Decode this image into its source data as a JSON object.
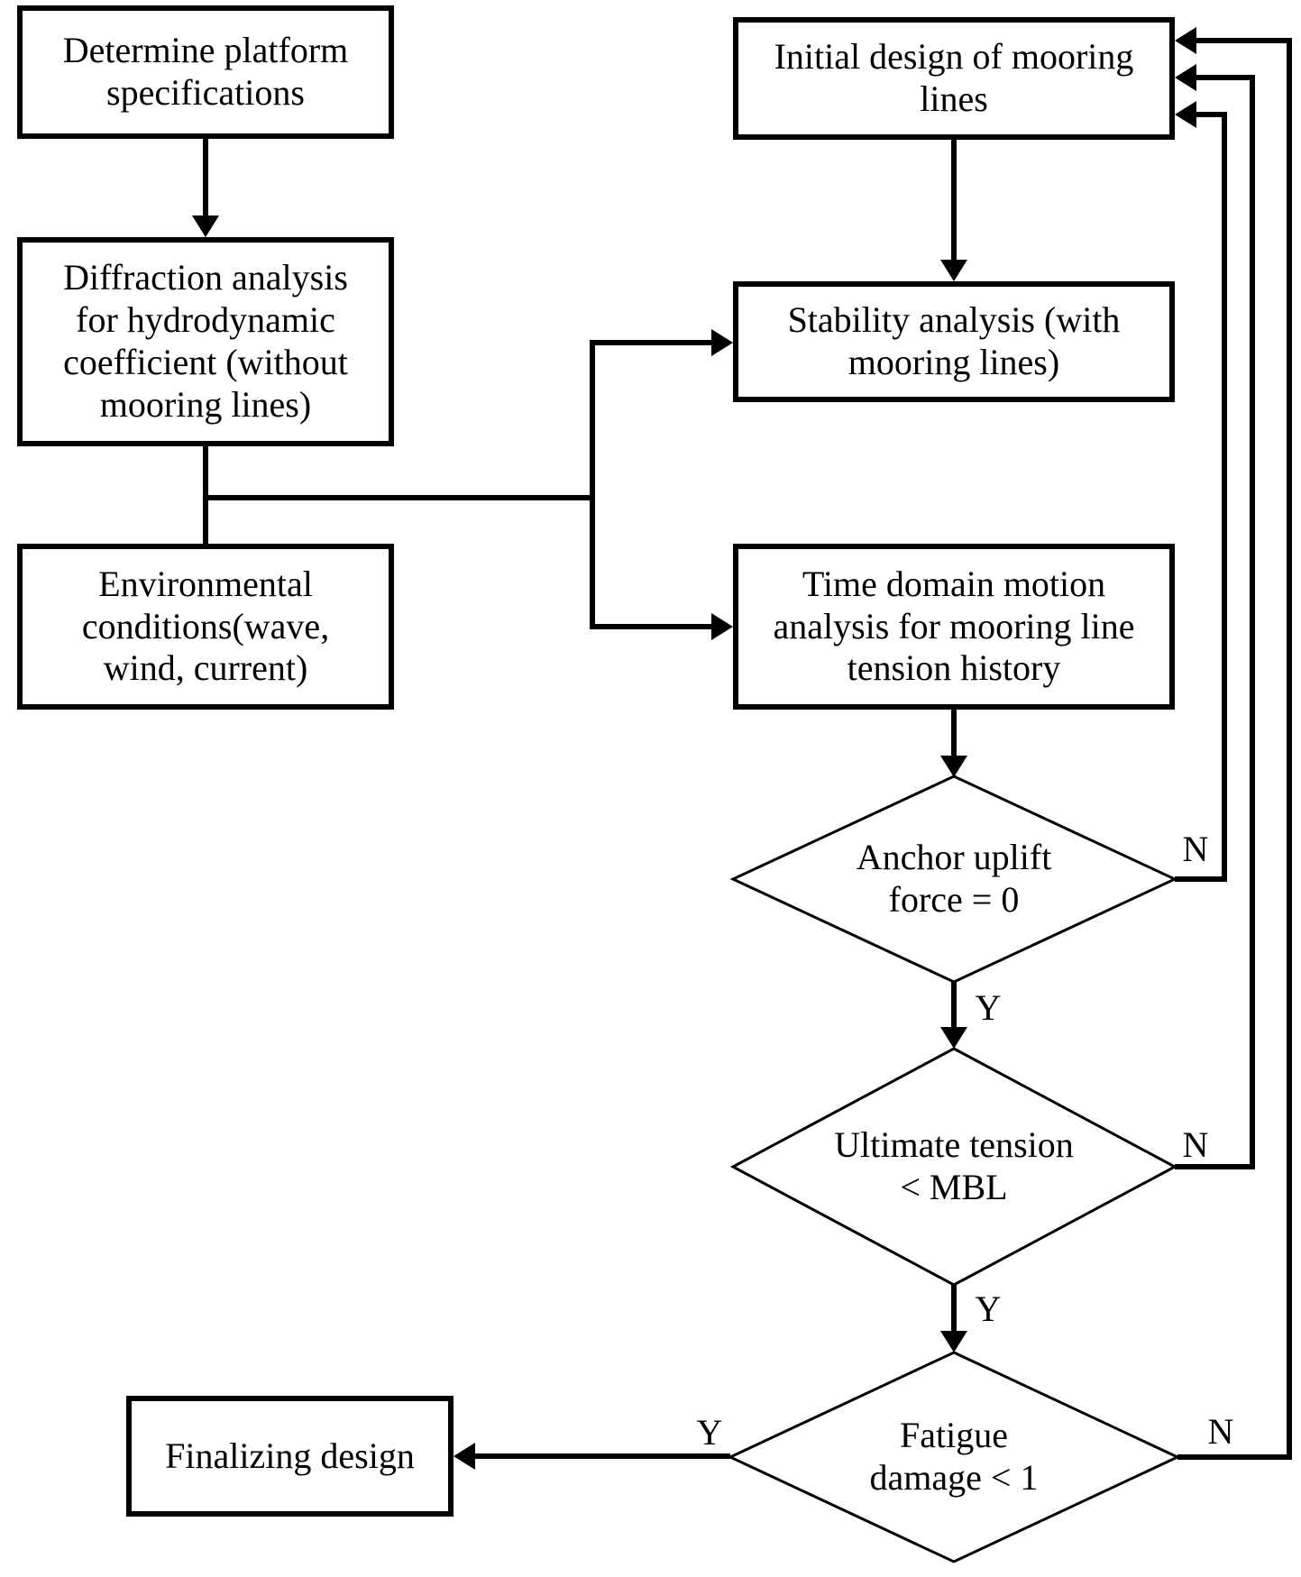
{
  "diagram": {
    "background": "#ffffff",
    "ink": "#000000",
    "nodes": {
      "determine_platform": {
        "lines": [
          "Determine platform",
          "specifications"
        ]
      },
      "diffraction_analysis": {
        "lines": [
          "Diffraction analysis",
          "for hydrodynamic",
          "coefficient (without",
          "mooring lines)"
        ]
      },
      "environmental_conditions": {
        "lines": [
          "Environmental",
          "conditions(wave,",
          "wind, current)"
        ]
      },
      "initial_design": {
        "lines": [
          "Initial design of mooring",
          "lines"
        ]
      },
      "stability_analysis": {
        "lines": [
          "Stability analysis (with",
          "mooring lines)"
        ]
      },
      "time_domain_analysis": {
        "lines": [
          "Time domain motion",
          "analysis for mooring line",
          "tension history"
        ]
      },
      "finalizing_design": {
        "lines": [
          "Finalizing design"
        ]
      }
    },
    "decisions": {
      "anchor_uplift": {
        "lines": [
          "Anchor uplift",
          "force = 0"
        ],
        "yes": "Y",
        "no": "N"
      },
      "ultimate_tension": {
        "lines": [
          "Ultimate tension",
          "< MBL"
        ],
        "yes": "Y",
        "no": "N"
      },
      "fatigue_damage": {
        "lines": [
          "Fatigue",
          "damage < 1"
        ],
        "yes": "Y",
        "no": "N"
      }
    }
  }
}
